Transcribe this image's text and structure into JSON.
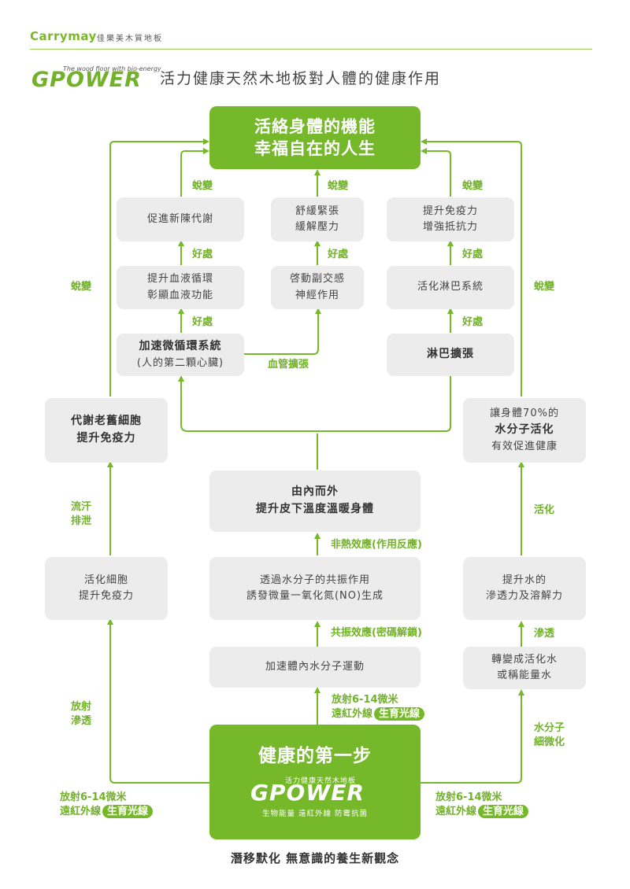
{
  "header": {
    "brand": "Carrymay",
    "brand_sub": "佳樂美木質地板",
    "logo_tagline": "The wood floor with bio-energy",
    "logo": "GPOWER",
    "title": "活力健康天然木地板對人體的健康作用"
  },
  "top_box": {
    "line1": "活絡身體的機能",
    "line2": "幸福自在的人生"
  },
  "boxes": {
    "metabolism": "促進新陳代謝",
    "relieve": {
      "line1": "舒緩緊張",
      "line2": "緩解壓力"
    },
    "immunity": {
      "line1": "提升免疫力",
      "line2": "增強抵抗力"
    },
    "blood": {
      "line1": "提升血液循環",
      "line2": "彰顯血液功能"
    },
    "nerve": {
      "line1": "啓動副交感",
      "line2": "神經作用"
    },
    "lymph_activate": "活化淋巴系統",
    "micro": {
      "line1": "加速微循環系統",
      "line2": "(人的第二顆心臟)"
    },
    "lymph_expand": "淋巴擴張",
    "old_cells": {
      "line1": "代謝老舊細胞",
      "line2": "提升免疫力"
    },
    "water_active": {
      "line1": "讓身體70%的",
      "line2": "水分子活化",
      "line3": "有效促進健康"
    },
    "inside_out": {
      "line1": "由內而外",
      "line2": "提升皮下溫度溫暖身體"
    },
    "cells": {
      "line1": "活化細胞",
      "line2": "提升免疫力"
    },
    "resonance": {
      "line1": "透過水分子的共振作用",
      "line2": "誘發微量一氧化氮(NO)生成"
    },
    "penetration": {
      "line1": "提升水的",
      "line2": "滲透力及溶解力"
    },
    "accelerate": "加速體內水分子運動",
    "transform": {
      "line1": "轉變成活化水",
      "line2": "或稱能量水"
    }
  },
  "labels": {
    "change": "蛻變",
    "benefit": "好處",
    "vessel": "血管擴張",
    "sweat": {
      "line1": "流汗",
      "line2": "排泄"
    },
    "activate": "活化",
    "nonthermal": "非熱效應(作用反應)",
    "resonance_effect": "共振效應(密碼解鎖)",
    "penetrate": "滲透",
    "radiate": {
      "line1": "放射",
      "line2": "滲透"
    },
    "water_micro": {
      "line1": "水分子",
      "line2": "細微化"
    },
    "radiation_line1": "放射6-14微米",
    "radiation_line2": "遠紅外線",
    "growth_ray": "生育光線"
  },
  "bottom_box": {
    "title": "健康的第一步",
    "tagline": "活力健康天然木地板",
    "logo": "GPOWER",
    "desc": "生物能量 遠紅外線 防霉抗菌"
  },
  "footer": "潛移默化 無意識的養生新觀念",
  "colors": {
    "green": "#75b829",
    "box_gray": "#ececec",
    "text": "#333333"
  }
}
